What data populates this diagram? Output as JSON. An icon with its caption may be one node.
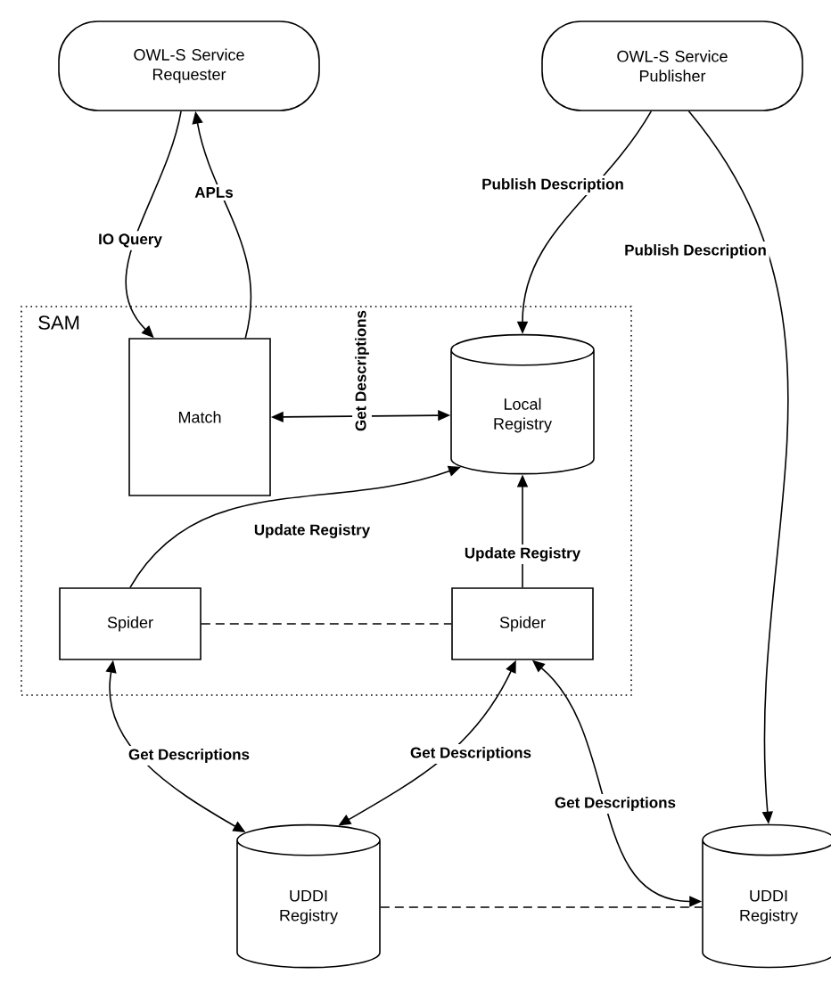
{
  "diagram": {
    "nodes": [
      {
        "text": [
          "OWL-S Service Requester"
        ]
      },
      {
        "text": [
          "OWL-S Service Publisher"
        ]
      },
      {
        "text": [
          "SAM"
        ]
      },
      {
        "text": [
          "Match"
        ],
        "in": 2
      },
      {
        "text": [
          "Local Registry"
        ],
        "in": 2
      },
      {
        "text": [
          "Spider"
        ],
        "in": 2
      },
      {
        "text": [
          "Spider"
        ],
        "in": 2
      },
      {
        "text": [
          "UDDI Registry"
        ]
      },
      {
        "text": [
          "UDDI Registry"
        ]
      }
    ],
    "edges": [
      {
        "from": 0,
        "to": 3,
        "arrow": "to",
        "label": "IO Query"
      },
      {
        "from": 3,
        "to": 0,
        "arrow": "to",
        "label": "APLs"
      },
      {
        "from": 3,
        "to": 4,
        "arrow": "both",
        "label": "Get Descriptions"
      },
      {
        "from": 1,
        "to": 4,
        "arrow": "to",
        "label": "Publish Description"
      },
      {
        "from": 1,
        "to": 8,
        "arrow": "to",
        "label": "Publish Description"
      },
      {
        "from": 5,
        "to": 4,
        "arrow": "to",
        "label": "Update Registry"
      },
      {
        "from": 6,
        "to": 4,
        "arrow": "to",
        "label": "Update Registry"
      },
      {
        "from": 5,
        "to": 6,
        "arrow": "none",
        "style": "dashed"
      },
      {
        "from": 5,
        "to": 7,
        "arrow": "both",
        "label": "Get Descriptions"
      },
      {
        "from": 6,
        "to": 7,
        "arrow": "both",
        "label": "Get Descriptions"
      },
      {
        "from": 6,
        "to": 8,
        "arrow": "both",
        "label": "Get Descriptions"
      },
      {
        "from": 7,
        "to": 8,
        "arrow": "none",
        "style": "dashed"
      }
    ]
  }
}
